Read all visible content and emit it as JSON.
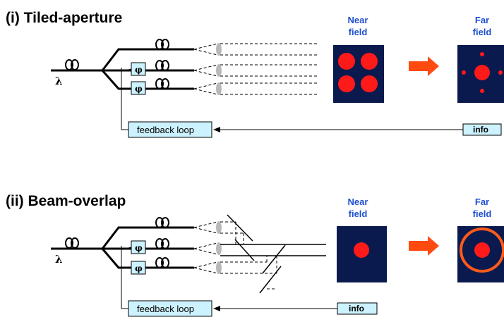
{
  "section1": {
    "title": "(i) Tiled-aperture",
    "near_field_label": [
      "Near",
      "field"
    ],
    "far_field_label": [
      "Far",
      "field"
    ],
    "phase_symbol": "φ",
    "wavelength_symbol": "λ",
    "feedback_label": "feedback loop",
    "info_label": "info"
  },
  "section2": {
    "title": "(ii) Beam-overlap",
    "near_field_label": [
      "Near",
      "field"
    ],
    "far_field_label": [
      "Far",
      "field"
    ],
    "phase_symbol": "φ",
    "wavelength_symbol": "λ",
    "feedback_label": "feedback loop",
    "info_label": "info"
  },
  "colors": {
    "panel": "#0a1a4e",
    "spot": "#ff1a1a",
    "ring": "#ff5a1a",
    "arrow": "#ff4a10",
    "box_fill": "#cdf2ff",
    "label_blue": "#1f4fd0"
  },
  "icons": [
    "fiber-coil-icon",
    "phase-modulator-icon",
    "lens-icon",
    "mirror-icon",
    "red-arrow-icon"
  ]
}
